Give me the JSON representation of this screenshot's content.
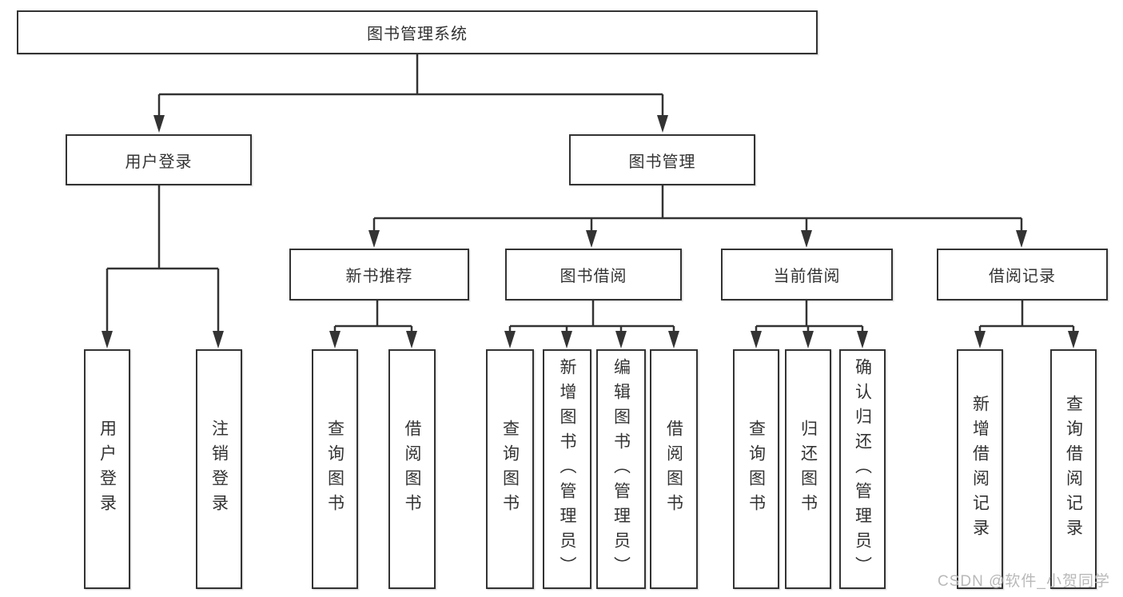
{
  "diagram": {
    "nodes": {
      "root": "图书管理系统",
      "user_login": "用户登录",
      "book_mgmt": "图书管理",
      "new_books": "新书推荐",
      "book_borrow": "图书借阅",
      "current_borrow": "当前借阅",
      "borrow_records": "借阅记录",
      "leaves": {
        "user_login": [
          "用户登录",
          "注销登录"
        ],
        "new_books": [
          "查询图书",
          "借阅图书"
        ],
        "book_borrow": [
          "查询图书",
          "新增图书（管理员）",
          "编辑图书（管理员）",
          "借阅图书"
        ],
        "current_borrow": [
          "查询图书",
          "归还图书",
          "确认归还（管理员）"
        ],
        "borrow_records": [
          "新增借阅记录",
          "查询借阅记录"
        ]
      }
    },
    "watermark": "CSDN @软件_小贺同学",
    "colors": {
      "line": "#333333",
      "box_border": "#333333",
      "text": "#333333",
      "watermark": "#b9b9b9",
      "background": "#ffffff"
    }
  }
}
